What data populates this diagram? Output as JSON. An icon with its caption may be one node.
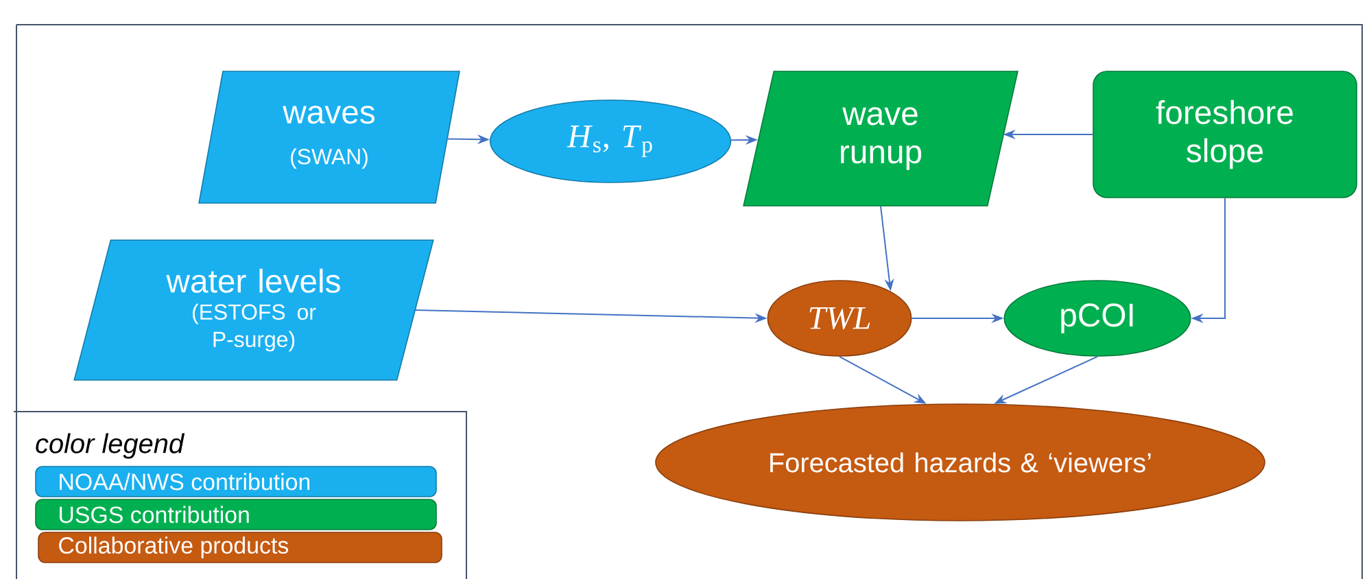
{
  "diagram": {
    "nodes": [
      {
        "text": [
          "waves",
          "(SWAN)"
        ]
      },
      {
        "text": [
          "*H*$_{s}$, *T*$_{p}$"
        ]
      },
      {
        "text": [
          "wave runup"
        ]
      },
      {
        "text": [
          "foreshore slope"
        ]
      },
      {
        "text": [
          "water levels",
          "(ESTOFS or P-surge)"
        ]
      },
      {
        "text": [
          "TWL"
        ]
      },
      {
        "text": [
          "pCOI"
        ]
      },
      {
        "text": [
          "Forecasted hazards & ‘viewers’"
        ]
      }
    ],
    "edges": [
      {
        "from": 0,
        "to": 1,
        "arrow": "to"
      },
      {
        "from": 1,
        "to": 2,
        "arrow": "to"
      },
      {
        "from": 3,
        "to": 2,
        "arrow": "to"
      },
      {
        "from": 2,
        "to": 5,
        "arrow": "to"
      },
      {
        "from": 4,
        "to": 5,
        "arrow": "to"
      },
      {
        "from": 5,
        "to": 6,
        "arrow": "to"
      },
      {
        "from": 3,
        "to": 6,
        "arrow": "to"
      },
      {
        "from": 5,
        "to": 7,
        "arrow": "to"
      },
      {
        "from": 6,
        "to": 7,
        "arrow": "to"
      }
    ],
    "labels": [
      "color legend"
    ],
    "legend": [
      {
        "text": "NOAA/NWS contribution",
        "color": "#1ab0f0"
      },
      {
        "text": "USGS contribution",
        "color": "#00b050"
      },
      {
        "text": "Collaborative products",
        "color": "#c55a11"
      }
    ]
  }
}
